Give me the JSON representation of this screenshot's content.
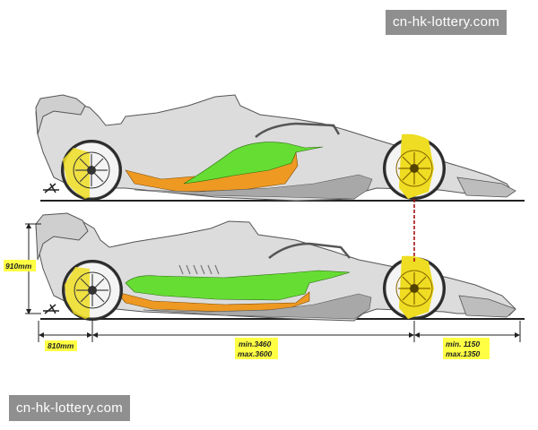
{
  "watermarks": {
    "top": "cn-hk-lottery.com",
    "bottom": "cn-hk-lottery.com"
  },
  "dimensions": {
    "height": "910mm",
    "front_overhang": "810mm",
    "wheelbase_min": "min.3460",
    "wheelbase_max": "max.3600",
    "rear_min": "min. 1150",
    "rear_max": "max.1350"
  },
  "colors": {
    "sidepod_green": "#66dd33",
    "floor_orange": "#ee9922",
    "tyre_yellow": "#eedd22",
    "body_grey": "#d8d8d8",
    "label_bg": "#ffff44"
  }
}
